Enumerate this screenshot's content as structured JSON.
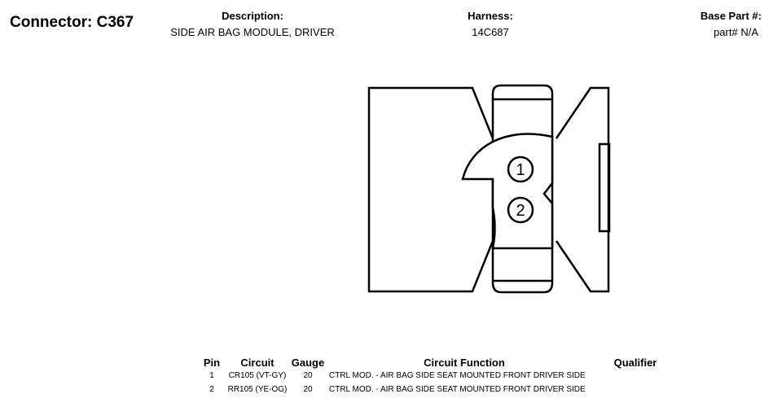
{
  "header": {
    "connector_title": "Connector: C367",
    "description_label": "Description:",
    "description_value": "SIDE AIR BAG MODULE, DRIVER",
    "harness_label": "Harness:",
    "harness_value": "14C687",
    "base_part_label": "Base Part #:",
    "base_part_value": "part# N/A"
  },
  "diagram": {
    "pin_labels": [
      "1",
      "2"
    ]
  },
  "pin_table": {
    "headers": {
      "pin": "Pin",
      "circuit": "Circuit",
      "gauge": "Gauge",
      "function": "Circuit Function",
      "qualifier": "Qualifier"
    },
    "rows": [
      {
        "pin": "1",
        "circuit": "CR105 (VT-GY)",
        "gauge": "20",
        "function": "CTRL MOD. - AIR BAG SIDE SEAT MOUNTED FRONT DRIVER SIDE",
        "qualifier": ""
      },
      {
        "pin": "2",
        "circuit": "RR105 (YE-OG)",
        "gauge": "20",
        "function": "CTRL MOD. - AIR BAG SIDE SEAT MOUNTED FRONT DRIVER SIDE",
        "qualifier": ""
      }
    ]
  }
}
